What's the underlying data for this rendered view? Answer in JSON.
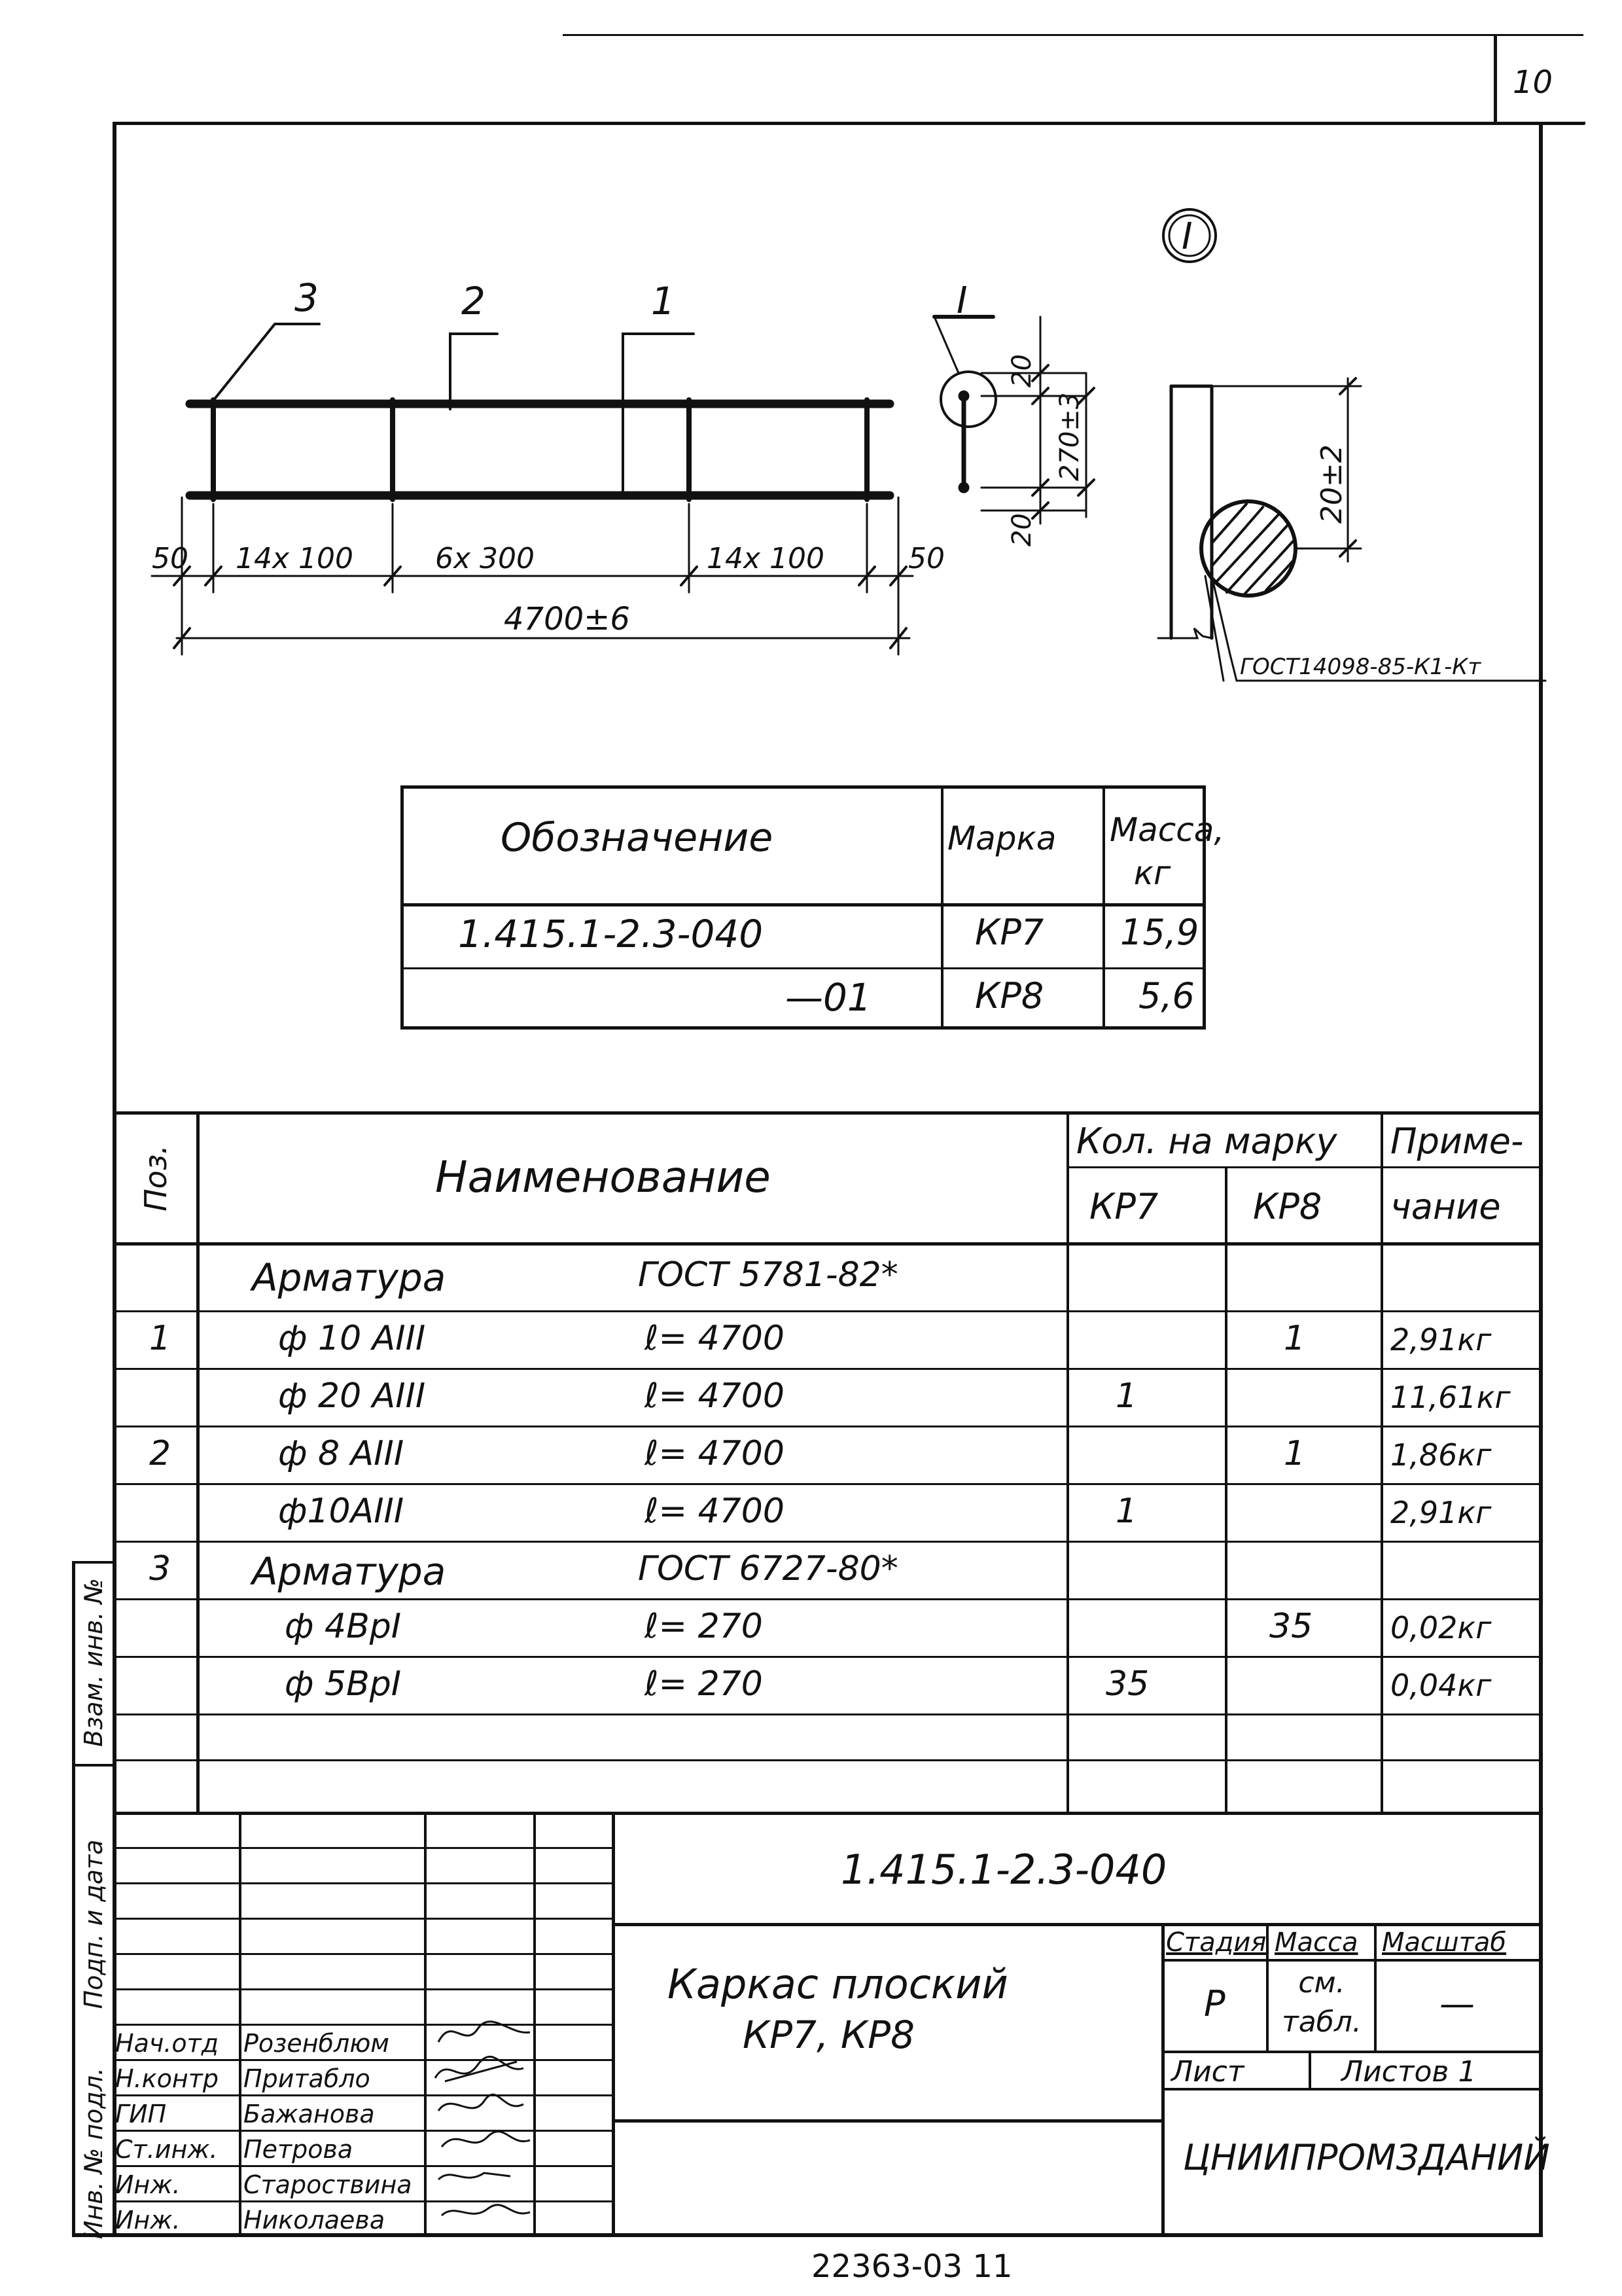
{
  "page": {
    "sheet_number": "10",
    "doc_number_footer": "22363-03 11",
    "side_labels": [
      "Инв. № подл.",
      "Подп. и дата",
      "Взам. инв. №"
    ]
  },
  "drawing": {
    "position_labels": [
      "3",
      "2",
      "1"
    ],
    "section_mark": "I",
    "detail_mark": "I",
    "dimensions": {
      "left_margin": "50",
      "seg1": "14x 100",
      "seg2": "6x 300",
      "seg3": "14x 100",
      "right_margin": "50",
      "total": "4700±6",
      "section_top": "20",
      "section_height": "270±3",
      "section_bottom": "20",
      "detail_height": "20±2"
    },
    "weld_note": "ГОСТ14098-85-К1-Кт"
  },
  "marks_table": {
    "headers": [
      "Обозначение",
      "Марка",
      "Масса, кг"
    ],
    "rows": [
      [
        "1.415.1-2.3-040",
        "КР7",
        "15,9"
      ],
      [
        "—01",
        "КР8",
        "5,6"
      ]
    ]
  },
  "spec_table": {
    "col_pos": "Поз.",
    "col_name": "Наименование",
    "col_qty": "Кол. на марку",
    "col_kr7": "КР7",
    "col_kr8": "КР8",
    "col_note_top": "Приме-",
    "col_note_bottom": "чание",
    "rows": [
      {
        "pos": "",
        "name": "Арматура",
        "len": "ГОСТ 5781-82*",
        "kr7": "",
        "kr8": "",
        "note": ""
      },
      {
        "pos": "1",
        "name": "ф 10 АIII",
        "len": "ℓ= 4700",
        "kr7": "",
        "kr8": "1",
        "note": "2,91кг"
      },
      {
        "pos": "",
        "name": "ф 20 АIII",
        "len": "ℓ= 4700",
        "kr7": "1",
        "kr8": "",
        "note": "11,61кг"
      },
      {
        "pos": "2",
        "name": "ф 8 АIII",
        "len": "ℓ= 4700",
        "kr7": "",
        "kr8": "1",
        "note": "1,86кг"
      },
      {
        "pos": "",
        "name": "ф10АIII",
        "len": "ℓ= 4700",
        "kr7": "1",
        "kr8": "",
        "note": "2,91кг"
      },
      {
        "pos": "3",
        "name": "Арматура",
        "len": "ГОСТ 6727-80*",
        "kr7": "",
        "kr8": "",
        "note": ""
      },
      {
        "pos": "",
        "name": "ф 4ВрI",
        "len": "ℓ= 270",
        "kr7": "",
        "kr8": "35",
        "note": "0,02кг"
      },
      {
        "pos": "",
        "name": "ф 5ВрI",
        "len": "ℓ= 270",
        "kr7": "35",
        "kr8": "",
        "note": "0,04кг"
      }
    ]
  },
  "title_block": {
    "doc_code": "1.415.1-2.3-040",
    "title_line1": "Каркас плоский",
    "title_line2": "КР7, КР8",
    "stage_label": "Стадия",
    "mass_label": "Масса",
    "scale_label": "Масштаб",
    "stage": "Р",
    "mass_value": "см. табл.",
    "scale_value": "—",
    "sheet_label": "Лист",
    "sheets_label": "Листов 1",
    "organization": "ЦНИИПРОМЗДАНИЙ",
    "signatures": [
      {
        "role": "Нач.отд",
        "name": "Розенблюм"
      },
      {
        "role": "Н.контр",
        "name": "Притабло"
      },
      {
        "role": "ГИП",
        "name": "Бажанова"
      },
      {
        "role": "Ст.инж.",
        "name": "Петрова"
      },
      {
        "role": "Инж.",
        "name": "Староствина"
      },
      {
        "role": "Инж.",
        "name": "Николаева"
      }
    ]
  }
}
